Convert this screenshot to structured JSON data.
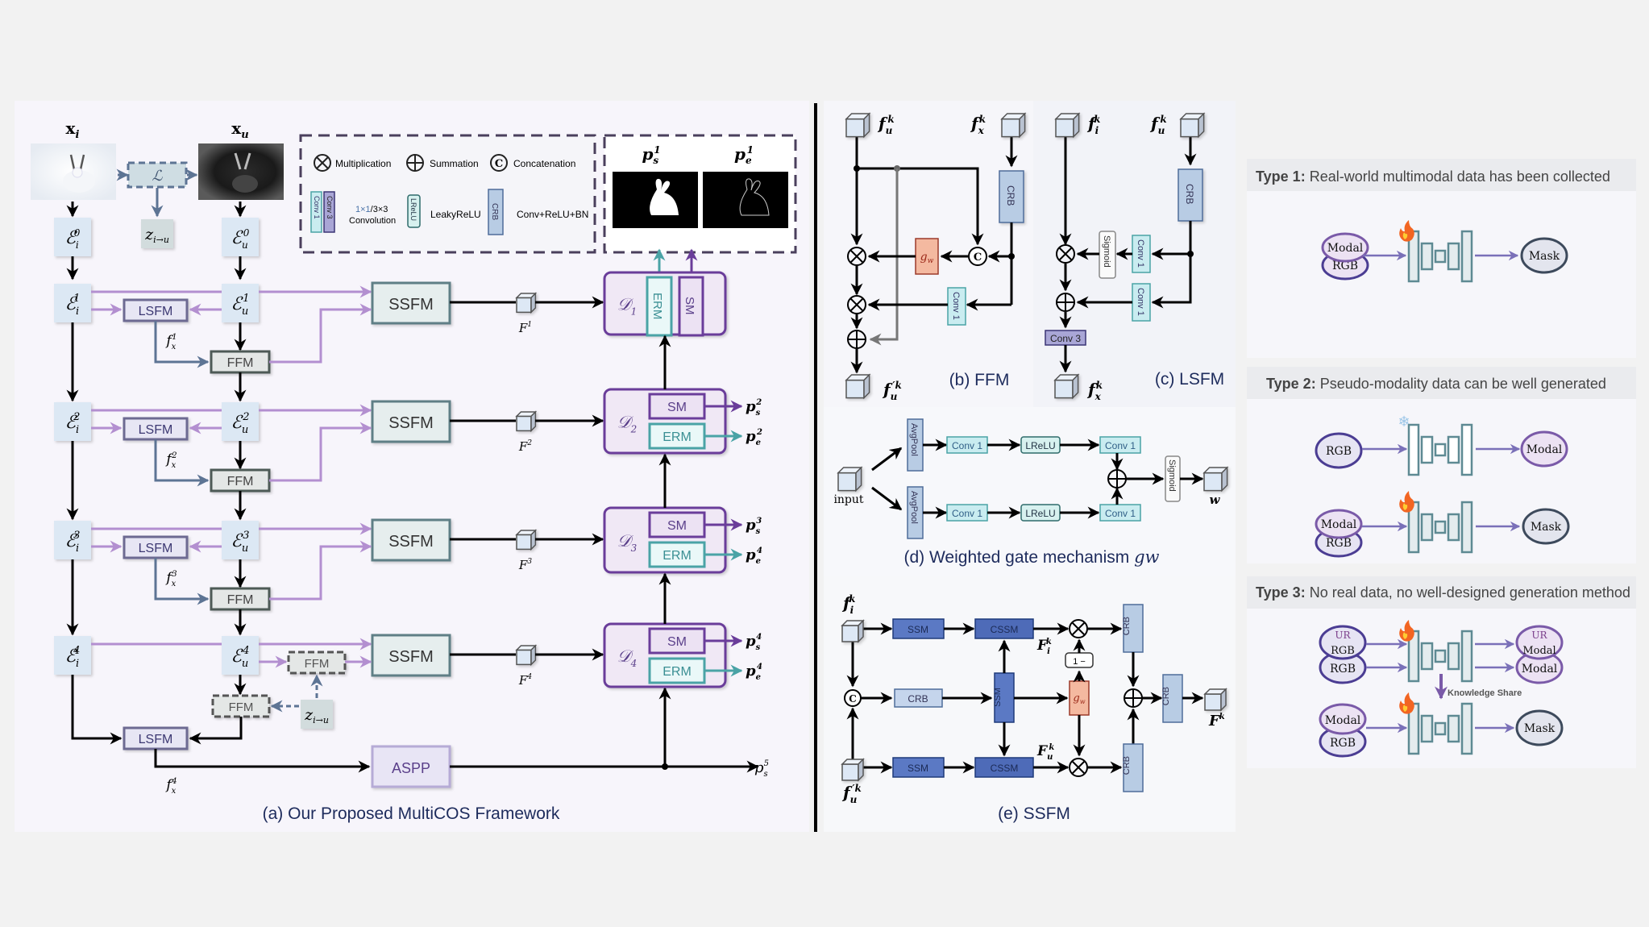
{
  "main": {
    "caption": "(a) Our Proposed MultiCOS Framework",
    "inputs": {
      "xi": "x",
      "xi_sub": "i",
      "xu": "x",
      "xu_sub": "u"
    },
    "loss_label": "ℒ",
    "z_label": "z",
    "z_sub": "i→u",
    "encoders_i": [
      {
        "sym": "ℰ",
        "sub": "i",
        "sup": "0"
      },
      {
        "sym": "ℰ",
        "sub": "i",
        "sup": "1"
      },
      {
        "sym": "ℰ",
        "sub": "i",
        "sup": "2"
      },
      {
        "sym": "ℰ",
        "sub": "i",
        "sup": "3"
      },
      {
        "sym": "ℰ",
        "sub": "i",
        "sup": "4"
      }
    ],
    "encoders_u": [
      {
        "sym": "ℰ",
        "sub": "u",
        "sup": "0"
      },
      {
        "sym": "ℰ",
        "sub": "u",
        "sup": "1"
      },
      {
        "sym": "ℰ",
        "sub": "u",
        "sup": "2"
      },
      {
        "sym": "ℰ",
        "sub": "u",
        "sup": "3"
      },
      {
        "sym": "ℰ",
        "sub": "u",
        "sup": "4"
      }
    ],
    "lsfm_label": "LSFM",
    "ffm_label": "FFM",
    "ssfm_label": "SSFM",
    "aspp_label": "ASPP",
    "fx_labels": [
      {
        "sym": "f",
        "sub": "x",
        "sup": "1"
      },
      {
        "sym": "f",
        "sub": "x",
        "sup": "2"
      },
      {
        "sym": "f",
        "sub": "x",
        "sup": "3"
      },
      {
        "sym": "f",
        "sub": "x",
        "sup": "4"
      }
    ],
    "F_labels": [
      {
        "sym": "F",
        "sup": "1"
      },
      {
        "sym": "F",
        "sup": "2"
      },
      {
        "sym": "F",
        "sup": "3"
      },
      {
        "sym": "F",
        "sup": "4"
      }
    ],
    "decoders": [
      {
        "sym": "𝒟",
        "sub": "1"
      },
      {
        "sym": "𝒟",
        "sub": "2"
      },
      {
        "sym": "𝒟",
        "sub": "3"
      },
      {
        "sym": "𝒟",
        "sub": "4"
      }
    ],
    "sm_label": "SM",
    "erm_label": "ERM",
    "outputs": [
      {
        "s": {
          "sym": "p",
          "sub": "s",
          "sup": "2"
        },
        "e": {
          "sym": "p",
          "sub": "e",
          "sup": "2"
        }
      },
      {
        "s": {
          "sym": "p",
          "sub": "s",
          "sup": "3"
        },
        "e": {
          "sym": "p",
          "sub": "e",
          "sup": "4"
        }
      },
      {
        "s": {
          "sym": "p",
          "sub": "s",
          "sup": "4"
        },
        "e": {
          "sym": "p",
          "sub": "e",
          "sup": "4"
        }
      }
    ],
    "final_output": {
      "sym": "p",
      "sub": "s",
      "sup": "5"
    },
    "preview": {
      "ps": {
        "sym": "p",
        "sub": "s",
        "sup": "1"
      },
      "pe": {
        "sym": "p",
        "sub": "e",
        "sup": "1"
      }
    },
    "legend": {
      "multiplication": "Multiplication",
      "summation": "Summation",
      "concatenation": "Concatenation",
      "conv1": "Conv 1",
      "conv3": "Conv 3",
      "conv_desc_a": "1×1",
      "conv_desc_b": "/3×3",
      "conv_desc_c": "Convolution",
      "lrelu": "LReLU",
      "lrelu_desc": "LeakyReLU",
      "crb": "CRB",
      "crb_desc": "Conv+ReLU+BN"
    }
  },
  "ffm": {
    "caption": "(b) FFM",
    "in_u": {
      "sym": "f",
      "sub": "u",
      "sup": "k"
    },
    "in_x": {
      "sym": "f",
      "sub": "x",
      "sup": "k"
    },
    "out": {
      "sym": "f",
      "sub": "u",
      "sup": "′k"
    },
    "crb": "CRB",
    "gw": "g",
    "gw_sub": "w",
    "conv1": "Conv 1",
    "concat": "C"
  },
  "lsfm": {
    "caption": "(c) LSFM",
    "in_i": {
      "sym": "f",
      "sub": "i",
      "sup": "k"
    },
    "in_u": {
      "sym": "f",
      "sub": "u",
      "sup": "k"
    },
    "out": {
      "sym": "f",
      "sub": "x",
      "sup": "k"
    },
    "crb": "CRB",
    "sigmoid": "Sigmoid",
    "conv1": "Conv 1",
    "conv3": "Conv 3"
  },
  "gate": {
    "caption_a": "(d) Weighted gate mechanism ",
    "caption_b": "gw",
    "input": "input",
    "avgpool": "AvgPool",
    "conv1": "Conv 1",
    "lrelu": "LReLU",
    "sigmoid": "Sigmoid",
    "output": "w"
  },
  "ssfm": {
    "caption": "(e) SSFM",
    "in_i": {
      "sym": "f",
      "sub": "i",
      "sup": "k"
    },
    "in_u": {
      "sym": "f",
      "sub": "u",
      "sup": "′k"
    },
    "Fi": {
      "sym": "F",
      "sub": "i",
      "sup": "k"
    },
    "Fu": {
      "sym": "F",
      "sub": "u",
      "sup": "k"
    },
    "out": {
      "sym": "F",
      "sup": "k"
    },
    "ssm": "SSM",
    "cssm": "CSSM",
    "crb": "CRB",
    "one_minus": "1 −",
    "gw": "g",
    "gw_sub": "w",
    "concat": "C"
  },
  "types": [
    {
      "title_bold": "Type 1:",
      "title_rest": " Real-world multimodal data has been collected",
      "in_top": "Modal",
      "in_bottom": "RGB",
      "out": "Mask",
      "state": "trainable"
    },
    {
      "title_bold": "Type 2:",
      "title_rest": " Pseudo-modality data can be well generated",
      "row1": {
        "in": "RGB",
        "out": "Modal",
        "state": "frozen"
      },
      "row2": {
        "in_top": "Modal",
        "in_bottom": "RGB",
        "out": "Mask",
        "state": "trainable"
      }
    },
    {
      "title_bold": "Type 3:",
      "title_rest": " No real data, no well-designed generation method",
      "row1": {
        "in_top_a": "UR",
        "in_top_b": "RGB",
        "in_bottom": "RGB",
        "out_top_a": "UR",
        "out_top_b": "Modal",
        "out_bottom": "Modal",
        "state": "trainable"
      },
      "share_label": "Knowledge Share",
      "row2": {
        "in_top": "Modal",
        "in_bottom": "RGB",
        "out": "Mask",
        "state": "trainable"
      }
    }
  ],
  "colors": {
    "purple_line": "#b38fd0",
    "steel_line": "#5d7494",
    "teal": "#4aa3a6",
    "violet": "#6a3d9a",
    "encoder_bg": "#dce8f4",
    "ssm_fill": "#5b79c4",
    "gw_fill": "#f4b9a0"
  }
}
